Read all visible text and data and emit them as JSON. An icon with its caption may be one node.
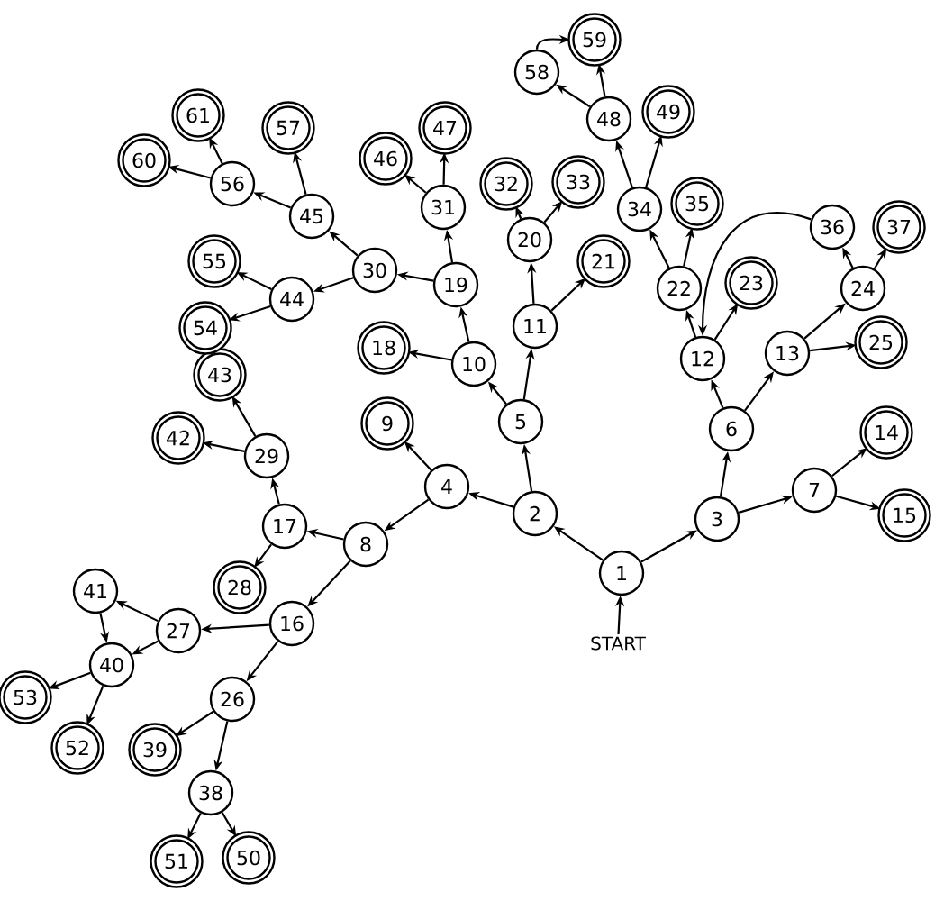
{
  "diagram": {
    "nodes": [
      {
        "text": [
          "START"
        ]
      },
      {
        "text": [
          "1"
        ]
      },
      {
        "text": [
          "2"
        ]
      },
      {
        "text": [
          "3"
        ]
      },
      {
        "text": [
          "4"
        ]
      },
      {
        "text": [
          "5"
        ]
      },
      {
        "text": [
          "6"
        ]
      },
      {
        "text": [
          "7"
        ]
      },
      {
        "text": [
          "8"
        ]
      },
      {
        "text": [
          "9"
        ]
      },
      {
        "text": [
          "10"
        ]
      },
      {
        "text": [
          "11"
        ]
      },
      {
        "text": [
          "12"
        ]
      },
      {
        "text": [
          "13"
        ]
      },
      {
        "text": [
          "14"
        ]
      },
      {
        "text": [
          "15"
        ]
      },
      {
        "text": [
          "16"
        ]
      },
      {
        "text": [
          "17"
        ]
      },
      {
        "text": [
          "18"
        ]
      },
      {
        "text": [
          "19"
        ]
      },
      {
        "text": [
          "20"
        ]
      },
      {
        "text": [
          "21"
        ]
      },
      {
        "text": [
          "22"
        ]
      },
      {
        "text": [
          "23"
        ]
      },
      {
        "text": [
          "24"
        ]
      },
      {
        "text": [
          "25"
        ]
      },
      {
        "text": [
          "26"
        ]
      },
      {
        "text": [
          "27"
        ]
      },
      {
        "text": [
          "28"
        ]
      },
      {
        "text": [
          "29"
        ]
      },
      {
        "text": [
          "30"
        ]
      },
      {
        "text": [
          "31"
        ]
      },
      {
        "text": [
          "32"
        ]
      },
      {
        "text": [
          "33"
        ]
      },
      {
        "text": [
          "34"
        ]
      },
      {
        "text": [
          "35"
        ]
      },
      {
        "text": [
          "36"
        ]
      },
      {
        "text": [
          "37"
        ]
      },
      {
        "text": [
          "38"
        ]
      },
      {
        "text": [
          "39"
        ]
      },
      {
        "text": [
          "40"
        ]
      },
      {
        "text": [
          "41"
        ]
      },
      {
        "text": [
          "42"
        ]
      },
      {
        "text": [
          "43"
        ]
      },
      {
        "text": [
          "44"
        ]
      },
      {
        "text": [
          "45"
        ]
      },
      {
        "text": [
          "46"
        ]
      },
      {
        "text": [
          "47"
        ]
      },
      {
        "text": [
          "48"
        ]
      },
      {
        "text": [
          "49"
        ]
      },
      {
        "text": [
          "50"
        ]
      },
      {
        "text": [
          "51"
        ]
      },
      {
        "text": [
          "52"
        ]
      },
      {
        "text": [
          "53"
        ]
      },
      {
        "text": [
          "54"
        ]
      },
      {
        "text": [
          "55"
        ]
      },
      {
        "text": [
          "56"
        ]
      },
      {
        "text": [
          "57"
        ]
      },
      {
        "text": [
          "58"
        ]
      },
      {
        "text": [
          "59"
        ]
      },
      {
        "text": [
          "60"
        ]
      },
      {
        "text": [
          "61"
        ]
      }
    ],
    "edges": [
      {
        "from": 0,
        "to": 1,
        "arrow": "to"
      },
      {
        "from": 1,
        "to": 2,
        "arrow": "to"
      },
      {
        "from": 1,
        "to": 3,
        "arrow": "to"
      },
      {
        "from": 2,
        "to": 4,
        "arrow": "to"
      },
      {
        "from": 2,
        "to": 5,
        "arrow": "to"
      },
      {
        "from": 3,
        "to": 6,
        "arrow": "to"
      },
      {
        "from": 3,
        "to": 7,
        "arrow": "to"
      },
      {
        "from": 4,
        "to": 8,
        "arrow": "to"
      },
      {
        "from": 4,
        "to": 9,
        "arrow": "to"
      },
      {
        "from": 5,
        "to": 10,
        "arrow": "to"
      },
      {
        "from": 5,
        "to": 11,
        "arrow": "to"
      },
      {
        "from": 6,
        "to": 12,
        "arrow": "to"
      },
      {
        "from": 6,
        "to": 13,
        "arrow": "to"
      },
      {
        "from": 7,
        "to": 14,
        "arrow": "to"
      },
      {
        "from": 7,
        "to": 15,
        "arrow": "to"
      },
      {
        "from": 8,
        "to": 16,
        "arrow": "to"
      },
      {
        "from": 8,
        "to": 17,
        "arrow": "to"
      },
      {
        "from": 10,
        "to": 18,
        "arrow": "to"
      },
      {
        "from": 10,
        "to": 19,
        "arrow": "to"
      },
      {
        "from": 11,
        "to": 20,
        "arrow": "to"
      },
      {
        "from": 11,
        "to": 21,
        "arrow": "to"
      },
      {
        "from": 12,
        "to": 22,
        "arrow": "to"
      },
      {
        "from": 12,
        "to": 23,
        "arrow": "to"
      },
      {
        "from": 13,
        "to": 24,
        "arrow": "to"
      },
      {
        "from": 13,
        "to": 25,
        "arrow": "to"
      },
      {
        "from": 16,
        "to": 26,
        "arrow": "to"
      },
      {
        "from": 16,
        "to": 27,
        "arrow": "to"
      },
      {
        "from": 17,
        "to": 28,
        "arrow": "to"
      },
      {
        "from": 17,
        "to": 29,
        "arrow": "to"
      },
      {
        "from": 19,
        "to": 30,
        "arrow": "to"
      },
      {
        "from": 19,
        "to": 31,
        "arrow": "to"
      },
      {
        "from": 20,
        "to": 32,
        "arrow": "to"
      },
      {
        "from": 20,
        "to": 33,
        "arrow": "to"
      },
      {
        "from": 22,
        "to": 34,
        "arrow": "to"
      },
      {
        "from": 22,
        "to": 35,
        "arrow": "to"
      },
      {
        "from": 24,
        "to": 36,
        "arrow": "to"
      },
      {
        "from": 24,
        "to": 37,
        "arrow": "to"
      },
      {
        "from": 36,
        "to": 12,
        "arrow": "to"
      },
      {
        "from": 26,
        "to": 38,
        "arrow": "to"
      },
      {
        "from": 26,
        "to": 39,
        "arrow": "to"
      },
      {
        "from": 27,
        "to": 40,
        "arrow": "to"
      },
      {
        "from": 27,
        "to": 41,
        "arrow": "to"
      },
      {
        "from": 41,
        "to": 40,
        "arrow": "to"
      },
      {
        "from": 29,
        "to": 42,
        "arrow": "to"
      },
      {
        "from": 29,
        "to": 43,
        "arrow": "to"
      },
      {
        "from": 30,
        "to": 44,
        "arrow": "to"
      },
      {
        "from": 30,
        "to": 45,
        "arrow": "to"
      },
      {
        "from": 31,
        "to": 46,
        "arrow": "to"
      },
      {
        "from": 31,
        "to": 47,
        "arrow": "to"
      },
      {
        "from": 34,
        "to": 48,
        "arrow": "to"
      },
      {
        "from": 34,
        "to": 49,
        "arrow": "to"
      },
      {
        "from": 38,
        "to": 50,
        "arrow": "to"
      },
      {
        "from": 38,
        "to": 51,
        "arrow": "to"
      },
      {
        "from": 40,
        "to": 52,
        "arrow": "to"
      },
      {
        "from": 40,
        "to": 53,
        "arrow": "to"
      },
      {
        "from": 44,
        "to": 54,
        "arrow": "to"
      },
      {
        "from": 44,
        "to": 55,
        "arrow": "to"
      },
      {
        "from": 45,
        "to": 56,
        "arrow": "to"
      },
      {
        "from": 45,
        "to": 57,
        "arrow": "to"
      },
      {
        "from": 48,
        "to": 58,
        "arrow": "to"
      },
      {
        "from": 48,
        "to": 59,
        "arrow": "to"
      },
      {
        "from": 58,
        "to": 59,
        "arrow": "to"
      },
      {
        "from": 56,
        "to": 60,
        "arrow": "to"
      },
      {
        "from": 56,
        "to": 61,
        "arrow": "to"
      }
    ]
  }
}
